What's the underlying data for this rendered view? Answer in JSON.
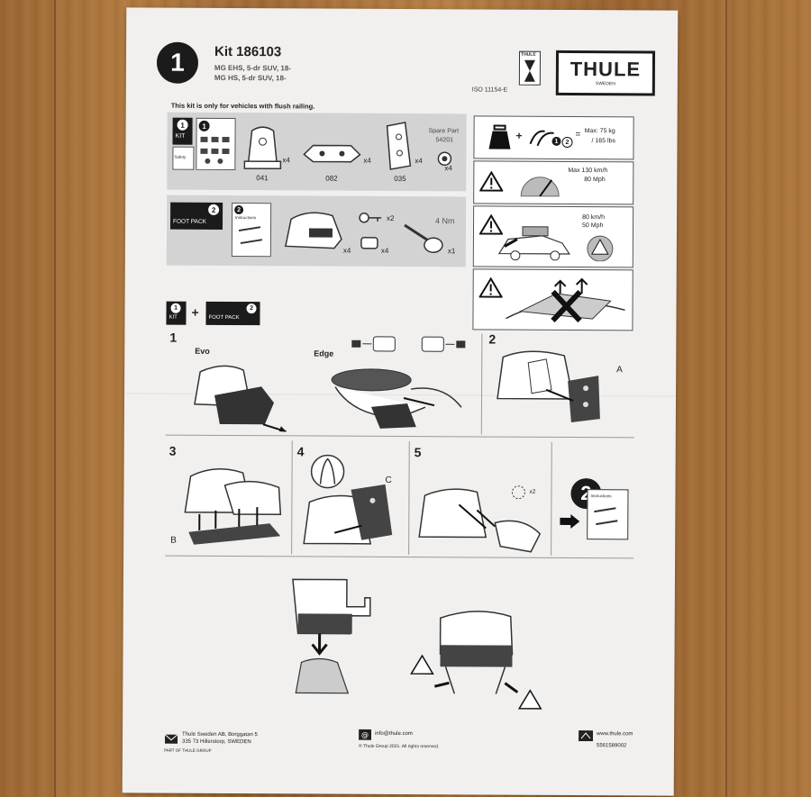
{
  "header": {
    "step_number": "1",
    "kit_title": "Kit 186103",
    "vehicle_line1": "MG EHS, 5-dr SUV, 18-",
    "vehicle_line2": "MG HS, 5-dr SUV, 18-",
    "iso": "ISO 11154-E",
    "brand_logo_text": "THULE",
    "brand_logo_sub": "SWEDEN",
    "badge_text": "THULE",
    "flush_note": "This kit is only for vehicles with flush railing."
  },
  "kit_panel": {
    "kit_badge": "KIT",
    "kit_badge_num": "1",
    "sub_num": "1",
    "safety_label": "Safety",
    "parts": [
      {
        "code": "041",
        "qty": "x4"
      },
      {
        "code": "082",
        "qty": "x4"
      },
      {
        "code": "035",
        "qty": "x4"
      }
    ],
    "spare_label": "Spare Part",
    "spare_code": "54201",
    "spare_qty": "x4"
  },
  "foot_panel": {
    "foot_badge": "FOOT PACK",
    "foot_badge_num": "2",
    "instructions_label": "Instructions",
    "instructions_num": "2",
    "qty_key": "x2",
    "qty_foot": "x4",
    "qty_lock": "x4",
    "qty_tool": "x1",
    "torque": "4 Nm"
  },
  "load_panel": {
    "max_load": "Max: 75 kg",
    "max_load_lbs": "/ 165 lbs",
    "bars_num": "1",
    "bars_num2": "2",
    "eq": "=",
    "plus": "+",
    "max_speed": "Max  130 km/h",
    "max_speed_mph": "80 Mph",
    "speed2": "80 km/h",
    "speed2_mph": "50 Mph"
  },
  "combo": {
    "kit_badge": "KIT",
    "kit_num": "1",
    "plus": "+",
    "foot_badge": "FOOT PACK",
    "foot_num": "2"
  },
  "steps": {
    "s1": "1",
    "s1_evo": "Evo",
    "s1_edge": "Edge",
    "s2": "2",
    "s2_label": "A",
    "s3": "3",
    "s3_label": "B",
    "s4": "4",
    "s4_label": "C",
    "s5": "5",
    "s5_qty": "x2",
    "next_num": "2",
    "next_instr": "Instructions"
  },
  "footer": {
    "address_line1": "Thule Sweden AB, Borggatan 5",
    "address_line2": "335 73 Hillerstorp, SWEDEN",
    "part_of": "PART OF THULE GROUP",
    "email": "info@thule.com",
    "copyright": "© Thule Group 2021. All rights reserved.",
    "website": "www.thule.com",
    "doc_number": "5561589002"
  },
  "colors": {
    "paper": "#f1f0ee",
    "panel": "#d3d3d3",
    "ink": "#1b1b1b",
    "wood": "#a5703a"
  }
}
